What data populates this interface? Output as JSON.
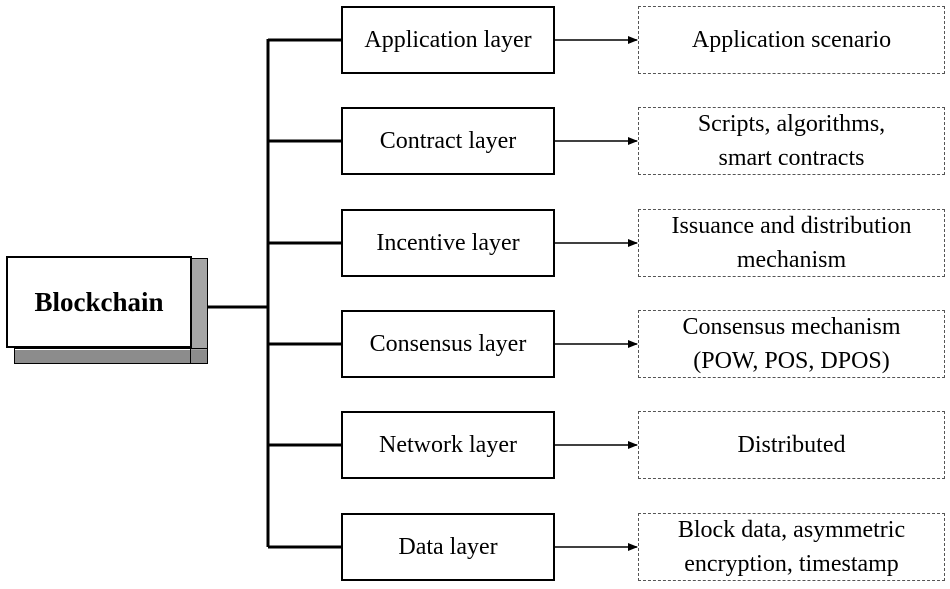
{
  "root": {
    "label": "Blockchain"
  },
  "layers": [
    {
      "name": "Application layer",
      "detail_lines": [
        "Application scenario"
      ]
    },
    {
      "name": "Contract layer",
      "detail_lines": [
        "Scripts, algorithms,",
        "smart contracts"
      ]
    },
    {
      "name": "Incentive layer",
      "detail_lines": [
        "Issuance and distribution",
        "mechanism"
      ]
    },
    {
      "name": "Consensus layer",
      "detail_lines": [
        "Consensus mechanism",
        "(POW, POS, DPOS)"
      ]
    },
    {
      "name": "Network layer",
      "detail_lines": [
        "Distributed"
      ]
    },
    {
      "name": "Data layer",
      "detail_lines": [
        "Block data, asymmetric",
        "encryption, timestamp"
      ]
    }
  ]
}
